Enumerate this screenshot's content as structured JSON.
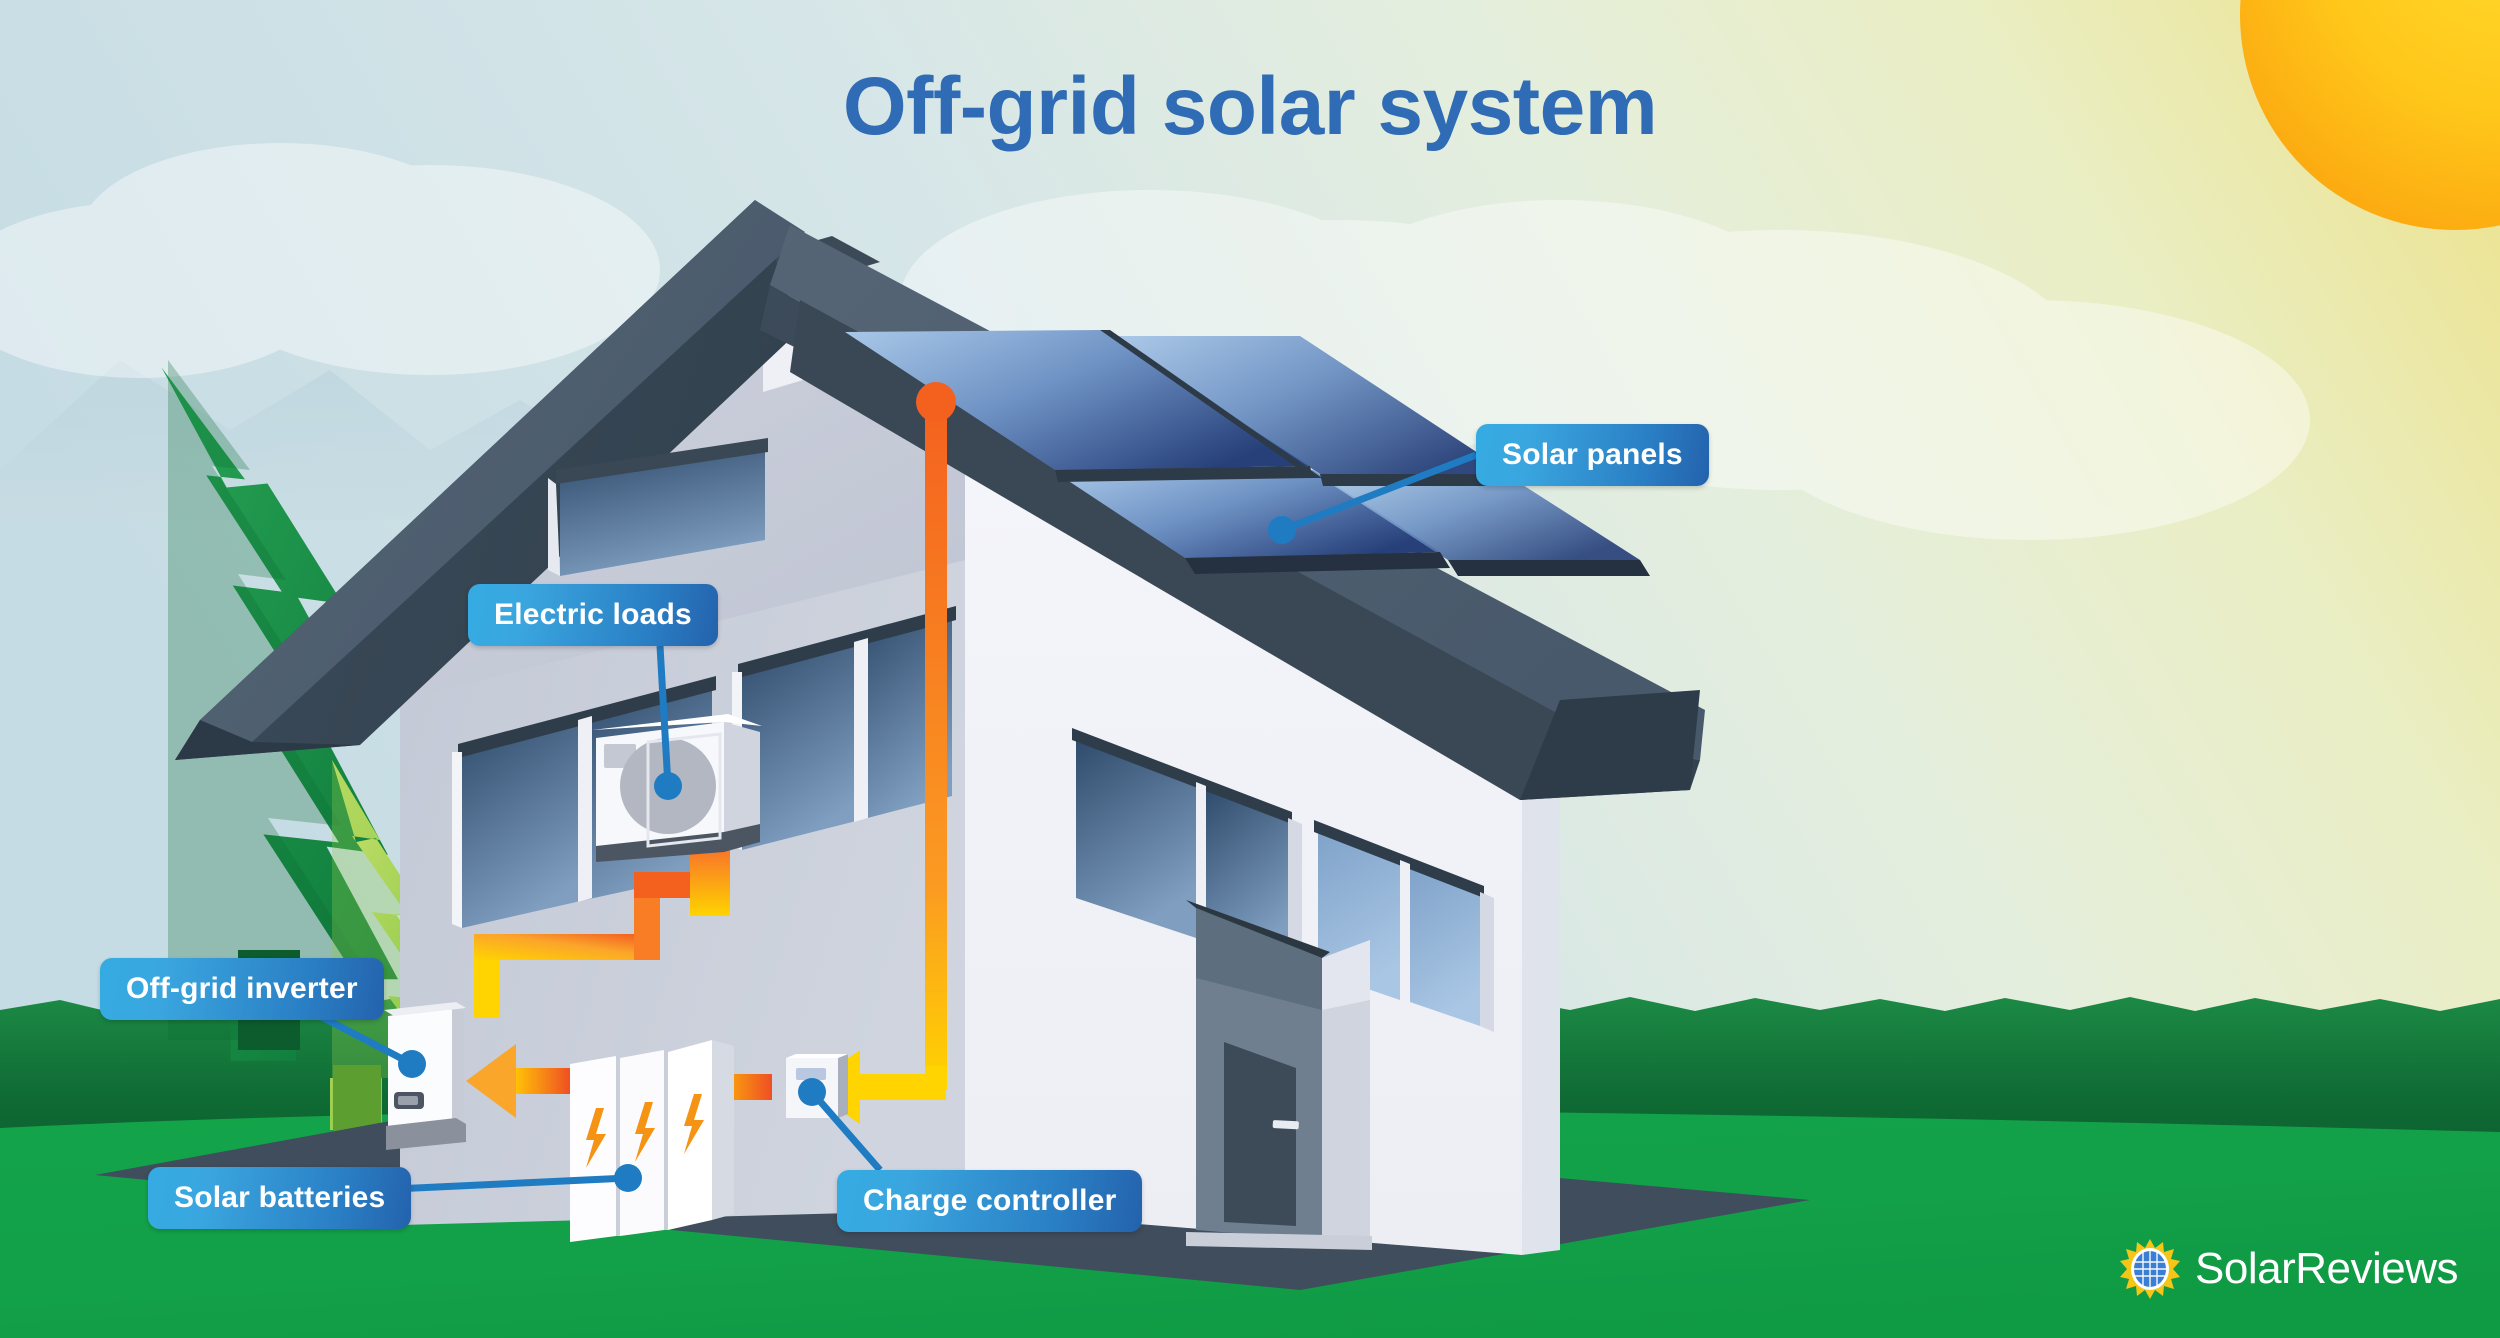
{
  "title": "Off-grid solar system",
  "labels": {
    "solar_panels": "Solar panels",
    "electric_loads": "Electric loads",
    "offgrid_inverter": "Off-grid inverter",
    "solar_batteries": "Solar batteries",
    "charge_controller": "Charge controller"
  },
  "brand": {
    "name": "SolarReviews",
    "logo_icon": "sun-solar-panel-icon"
  },
  "scene": {
    "sun": "sun-icon",
    "trees": [
      "large-pine-tree",
      "small-pine-tree"
    ],
    "house": "two-story-house",
    "equipment": [
      "solar-panel-array",
      "charge-controller-unit",
      "battery-bank-3-modules",
      "off-grid-inverter-unit",
      "air-conditioner-load-unit"
    ],
    "flow_arrows": [
      "panels-to-charge-controller",
      "charge-controller-to-batteries",
      "batteries-to-inverter",
      "inverter-to-electric-loads"
    ]
  },
  "colors": {
    "title_blue": "#2f6cb5",
    "callout_light": "#35abe2",
    "callout_dark": "#2462ad",
    "leader_line": "#1f7cc2",
    "sun_yellow": "#ffd21e",
    "sun_orange": "#fbb03b",
    "grass_green": "#16a34a",
    "forest_green": "#116b38",
    "roof_dark": "#3f4d5c",
    "wall_light": "#eef0f6",
    "panel_blue": "#2a4d87",
    "arrow_orange": "#f4672a",
    "arrow_yellow": "#ffd300",
    "battery_bolt": "#f59314"
  }
}
